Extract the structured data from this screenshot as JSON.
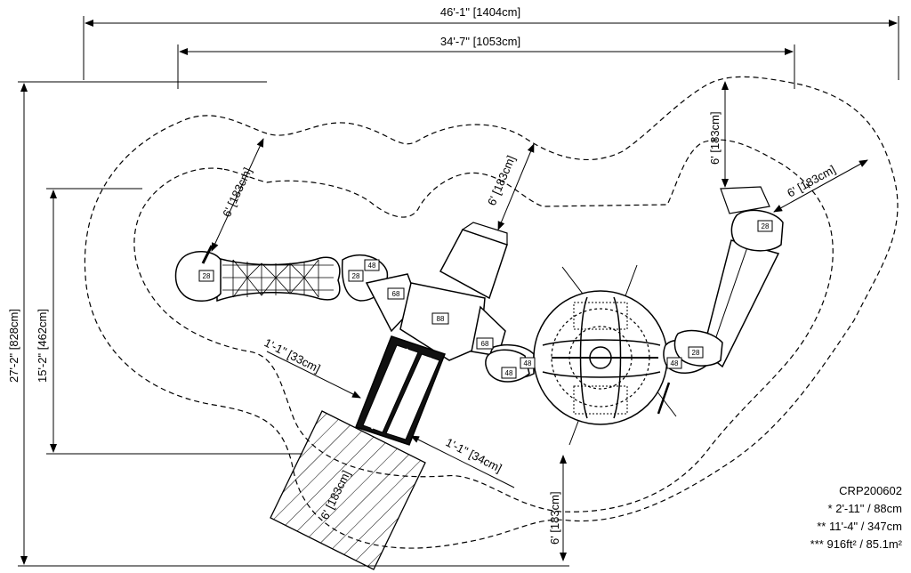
{
  "dimensions": {
    "overall_width": "46'-1\" [1404cm]",
    "inner_width": "34'-7\" [1053cm]",
    "overall_depth": "27'-2\" [828cm]",
    "inner_depth": "15'-2\" [462cm]",
    "clearance_left": "6' [183cm]",
    "clearance_center": "6' [183cm]",
    "clearance_top_right": "6' [183cm]",
    "clearance_right": "6' [183cm]",
    "clearance_bottom": "6' [183cm]",
    "slide_exit_zone": "6' [183cm]",
    "slide_offset_a": "1'-1\" [33cm]",
    "slide_offset_b": "1'-1\" [34cm]"
  },
  "deck_heights": {
    "left_end": "28",
    "bridge_right": "48",
    "small_left": "68",
    "center": "88",
    "small_right": "68",
    "spinner_left_a": "48",
    "spinner_left_b": "48",
    "spinner_right": "48",
    "ramp_bottom": "28",
    "ramp_top": "28"
  },
  "legend": {
    "model": "CRP200602",
    "height": "* 2'-11\" / 88cm",
    "length": "** 11'-4\" / 347cm",
    "area": "*** 916ft² / 85.1m²"
  },
  "colors": {
    "line": "#000000",
    "background": "#ffffff",
    "slide": "#111111"
  }
}
